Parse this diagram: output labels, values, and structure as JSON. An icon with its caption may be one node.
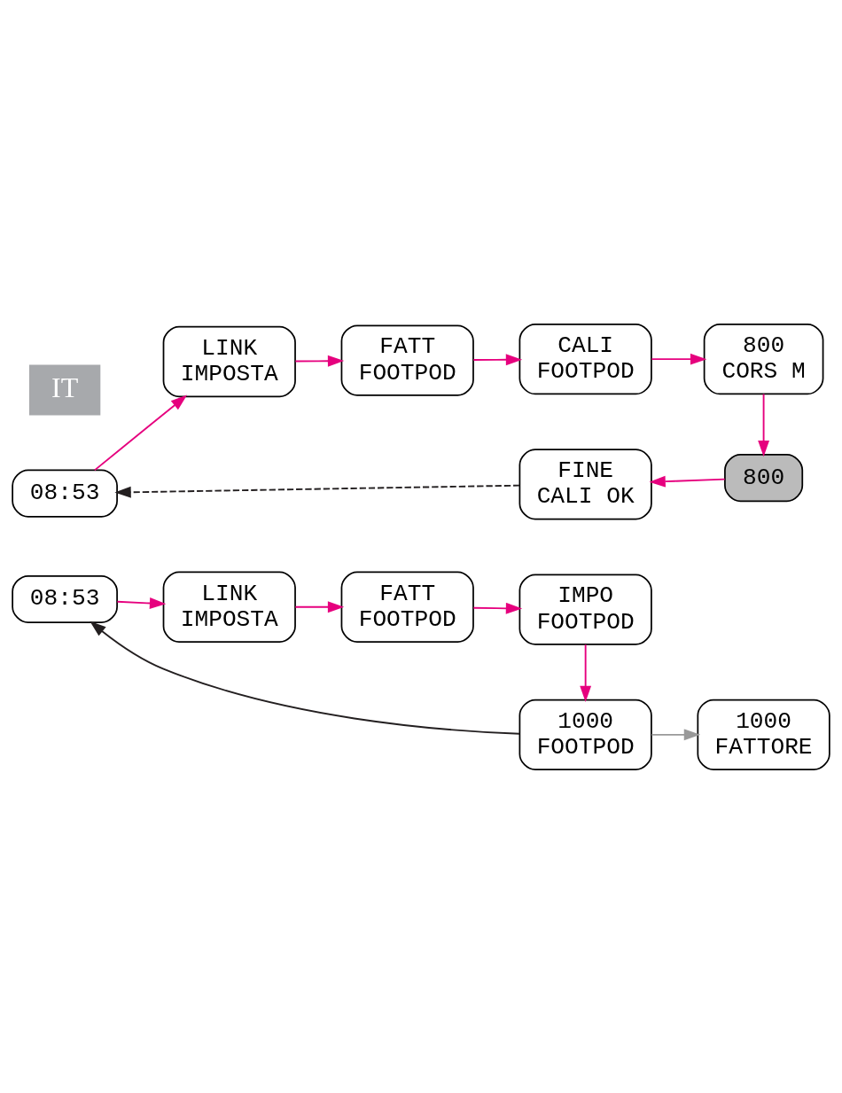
{
  "diagram": {
    "nodes": [
      {
        "text": [
          "08:53"
        ]
      },
      {
        "text": [
          "LINK",
          "IMPOSTA"
        ]
      },
      {
        "text": [
          "FATT",
          "FOOTPOD"
        ]
      },
      {
        "text": [
          "CALI",
          "FOOTPOD"
        ]
      },
      {
        "text": [
          "800",
          "CORS M"
        ]
      },
      {
        "text": [
          "800"
        ]
      },
      {
        "text": [
          "FINE",
          "CALI OK"
        ]
      },
      {
        "text": [
          "08:53"
        ]
      },
      {
        "text": [
          "LINK",
          "IMPOSTA"
        ]
      },
      {
        "text": [
          "FATT",
          "FOOTPOD"
        ]
      },
      {
        "text": [
          "IMPO",
          "FOOTPOD"
        ]
      },
      {
        "text": [
          "1000",
          "FOOTPOD"
        ]
      },
      {
        "text": [
          "1000",
          "FATTORE"
        ]
      }
    ],
    "edges": [
      {
        "from": 0,
        "to": 1,
        "arrow": "to"
      },
      {
        "from": 1,
        "to": 2,
        "arrow": "to"
      },
      {
        "from": 2,
        "to": 3,
        "arrow": "to"
      },
      {
        "from": 3,
        "to": 4,
        "arrow": "to"
      },
      {
        "from": 4,
        "to": 5,
        "arrow": "to"
      },
      {
        "from": 5,
        "to": 6,
        "arrow": "to"
      },
      {
        "from": 6,
        "to": 0,
        "arrow": "to",
        "style": "dashed",
        "color": "#231f20"
      },
      {
        "from": 7,
        "to": 8,
        "arrow": "to"
      },
      {
        "from": 8,
        "to": 9,
        "arrow": "to"
      },
      {
        "from": 9,
        "to": 10,
        "arrow": "to"
      },
      {
        "from": 10,
        "to": 11,
        "arrow": "to"
      },
      {
        "from": 11,
        "to": 7,
        "arrow": "to",
        "color": "#231f20"
      },
      {
        "from": 11,
        "to": 12,
        "arrow": "to",
        "color": "#999999"
      }
    ],
    "labels": [
      "IT"
    ]
  }
}
